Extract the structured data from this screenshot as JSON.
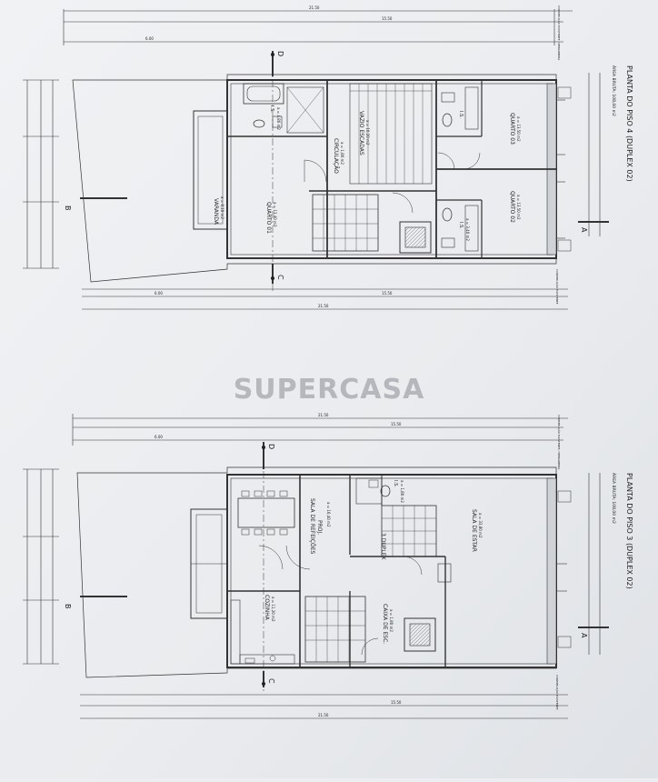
{
  "watermark": "SUPERCASA",
  "plan_top": {
    "title": "PLANTA DO PISO 4 (DUPLEX 02)",
    "area": "ÁREA BRUTA: 108,00 m2",
    "rooms": {
      "circulacao": "CIRCULAÇÃO",
      "circulacao_area": "a = 1,80 m2",
      "vazio": "VAZIO ESCADAS",
      "vazio_area": "a = 10,20 m2",
      "quarto1": "QUARTO 01",
      "quarto1_area": "a = 13,40 m2",
      "quarto2": "QUARTO 02",
      "quarto2_area": "a = 13,50 m2",
      "quarto3": "QUARTO 03",
      "quarto3_area": "a = 13,50 m2",
      "varanda": "VARANDA",
      "varanda_area": "a = 8,10 m2",
      "is1": "I.S.",
      "is1_area": "a = 4,80 m2",
      "is2": "I.S.",
      "is3": "I.S.",
      "is3_area": "a = 3,40 m2"
    },
    "dims": {
      "d1": "21.50",
      "d2": "15.50",
      "d3": "6.00",
      "d4": "15.50",
      "d5": "21.50",
      "d6": "6.00"
    },
    "notes": {
      "n1": "CONSTRUÇÃO EXISTENTE / MEDIANEIRA",
      "n2": "CONSTRUÇÃO EXISTENTE"
    },
    "sections": {
      "b": "B",
      "c": "C",
      "d": "D",
      "a": "A"
    }
  },
  "plan_bottom": {
    "title": "PLANTA DO PISO 3 (DUPLEX 02)",
    "area": "ÁREA BRUTA: 108,00 m2",
    "rooms": {
      "sala_estar": "SALA DE ESTAR",
      "sala_estar_area": "a = 33,80 m2",
      "sala_refeicoes": "SALA DE REFEIÇÕES",
      "sala_refeicoes_area": "a = 16,40 m2",
      "cozinha": "COZINHA",
      "cozinha_area": "a = 11,20 m2",
      "caixa_esc": "CAIXA DE ESC.",
      "caixa_esc_area": "a = 1,80 m2",
      "duplex": "3 DUPLEX",
      "is1": "I.S.",
      "is1_area": "a = 1,80 m2",
      "proj": "PROJ."
    },
    "dims": {
      "d1": "21.50",
      "d2": "15.50",
      "d3": "6.00",
      "d4": "15.50",
      "d5": "21.50"
    },
    "notes": {
      "n1": "CONSTRUÇÃO EXISTENTE / MEDIANEIRA",
      "n2": "CONSTRUÇÃO EXISTENTE"
    },
    "sections": {
      "b": "B",
      "c": "C",
      "d": "D",
      "a": "A"
    }
  }
}
